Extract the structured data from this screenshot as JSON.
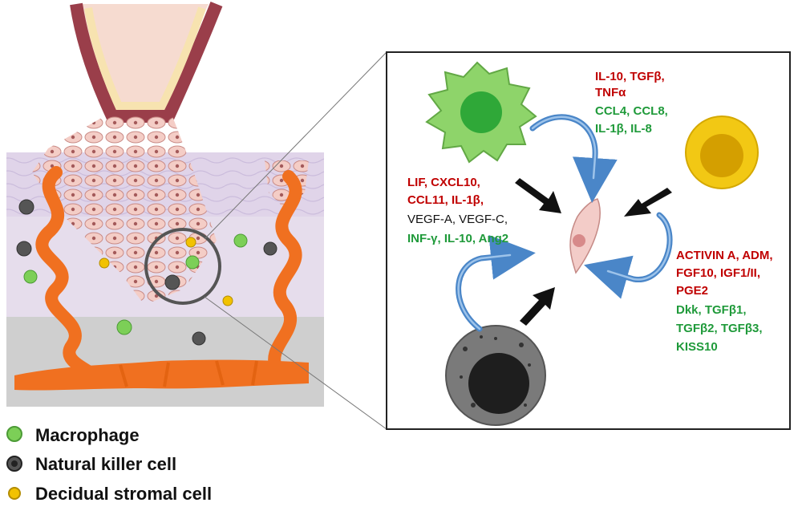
{
  "legend": {
    "macrophage": "Macrophage",
    "nk_cell": "Natural killer cell",
    "decidual_stromal_cell": "Decidual stromal cell"
  },
  "macrophage_factors": {
    "red": [
      "IL-10, TGFβ,",
      "TNFα"
    ],
    "green": [
      "CCL4, CCL8,",
      "IL-1β, IL-8"
    ]
  },
  "nk_factors": {
    "red": [
      "LIF, CXCL10,",
      "CCL11, IL-1β,"
    ],
    "black": [
      "VEGF-A, VEGF-C,"
    ],
    "green": [
      "INF-γ, IL-10, Ang2"
    ]
  },
  "stromal_factors": {
    "red": [
      "ACTIVIN A, ADM,",
      "FGF10, IGF1/II,",
      "PGE2"
    ],
    "green": [
      "Dkk, TGFβ1,",
      "TGFβ2, TGFβ3,",
      "KISS10"
    ]
  },
  "colors": {
    "macrophage": "#8ed46a",
    "nk_cell": "#5a5a5a",
    "stromal": "#f2c200",
    "trophoblast": "#f3c9c4",
    "vessel": "#f07020",
    "decidua": "#e4dcea",
    "myometrium": "#cfcfcf"
  }
}
